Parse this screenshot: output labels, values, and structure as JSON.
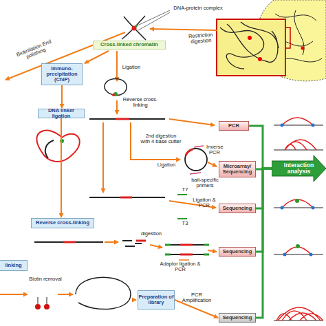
{
  "diagram": {
    "nodes": [
      {
        "text": [
          "Cross-linked chromatin"
        ]
      },
      {
        "text": [
          "Immuno-precipitation (ChIP)"
        ]
      },
      {
        "text": [
          "DNA linker ligation"
        ]
      },
      {
        "text": [
          "PCR"
        ]
      },
      {
        "text": [
          "Microarray/ Sequencing"
        ]
      },
      {
        "text": [
          "Interaction analysis"
        ]
      },
      {
        "text": [
          "Sequencing"
        ]
      },
      {
        "text": [
          "Reverse cross-linking"
        ]
      },
      {
        "text": [
          "Sequencing"
        ]
      },
      {
        "text": [
          "linking"
        ]
      },
      {
        "text": [
          "Preparation of library"
        ]
      },
      {
        "text": [
          "Sequencing"
        ]
      }
    ],
    "edges": [
      {
        "from": 1,
        "to": 2,
        "arrow": "to"
      },
      {
        "from": 2,
        "to": 7,
        "arrow": "to"
      },
      {
        "from": 10,
        "to": 11,
        "label": "PCR Amplification",
        "arrow": "to"
      },
      {
        "from": 3,
        "to": 5,
        "arrow": "none"
      },
      {
        "from": 4,
        "to": 5,
        "arrow": "none"
      },
      {
        "from": 6,
        "to": 5,
        "arrow": "none"
      },
      {
        "from": 8,
        "to": 5,
        "arrow": "none"
      },
      {
        "from": 11,
        "to": 5,
        "arrow": "none"
      }
    ],
    "labels": [
      "DNA-protein complex",
      "Restriction digestion",
      "Biotinilation End polishing",
      "Ligation",
      "Reverse cross-linking",
      "2nd digestion with 4 base cutter",
      "Ligation",
      "Inverse PCR",
      "bait-specific primers",
      "T7",
      "T3",
      "Ligation & PCR",
      "digestion",
      "Adaptor ligation & PCR",
      "Biotin removal"
    ]
  }
}
